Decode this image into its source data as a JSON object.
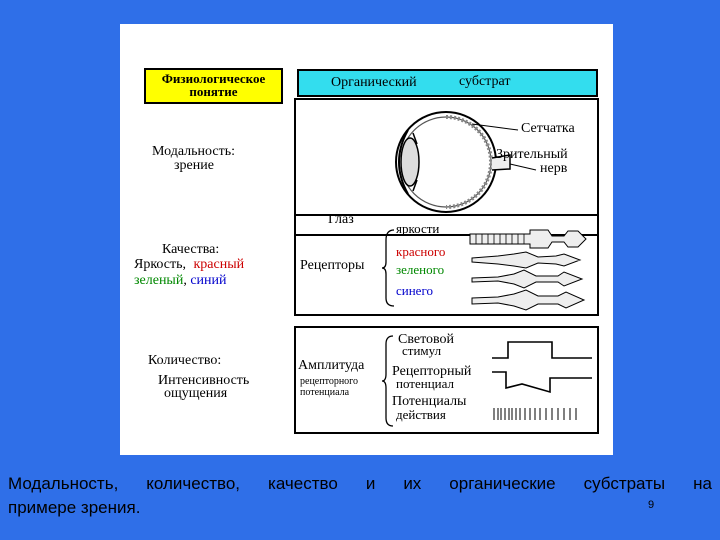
{
  "header": {
    "concept_line1": "Физиологическое",
    "concept_line2": "понятие",
    "substrate_word1": "Органический",
    "substrate_word2": "субстрат",
    "concept_bg": "#ffff00",
    "substrate_bg": "#33ddee"
  },
  "row_modality": {
    "left_line1": "Модальность:",
    "left_line2": "зрение",
    "eye_label": "Глаз",
    "retina_label": "Сетчатка",
    "nerve_line1": "Зрительный",
    "nerve_line2": "нерв"
  },
  "row_quality": {
    "left_line1": "Качества:",
    "brightness": "Яркость,",
    "red": "красный",
    "green": "зеленый",
    "comma": ",",
    "blue": "синий",
    "receptors": "Рецепторы",
    "r_brightness": "яркости",
    "r_red": "красного",
    "r_green": "зеленого",
    "r_blue": "синего",
    "red_color": "#cc0000",
    "green_color": "#008800",
    "blue_color": "#0000cc"
  },
  "row_quantity": {
    "left_line1": "Количество:",
    "left_line2": "Интенсивность",
    "left_line3": "ощущения",
    "amplitude": "Амплитуда",
    "amp_sub1": "рецепторного",
    "amp_sub2": "потенциала",
    "stim_line1": "Световой",
    "stim_line2": "стимул",
    "rec_line1": "Рецепторный",
    "rec_line2": "потенциал",
    "act_line1": "Потенциалы",
    "act_line2": "действия"
  },
  "caption": {
    "line1": "Модальность, количество, качество и их органические субстраты на",
    "line2": "примере зрения.",
    "page_number": "9"
  }
}
